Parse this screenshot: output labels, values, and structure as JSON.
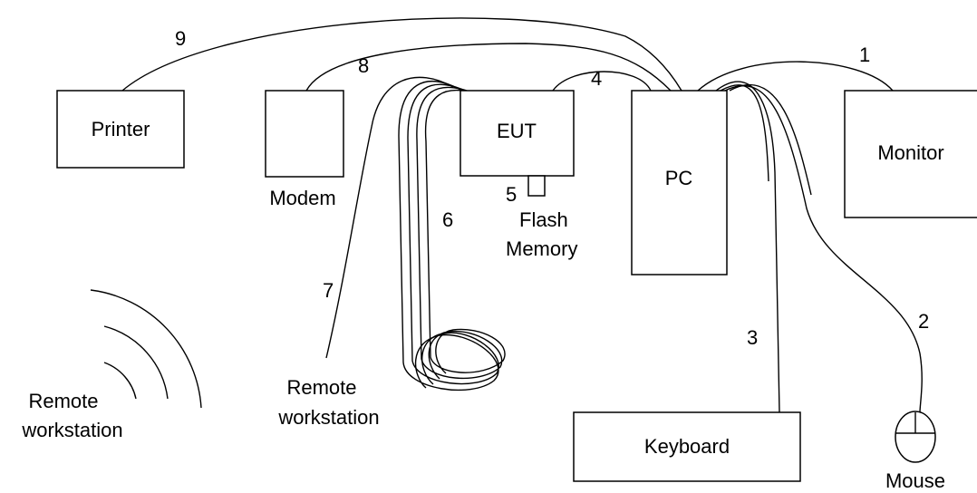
{
  "devices": {
    "printer": "Printer",
    "modem": "Modem",
    "eut": "EUT",
    "pc": "PC",
    "monitor": "Monitor",
    "keyboard": "Keyboard",
    "mouse": "Mouse",
    "flash_memory_line1": "Flash",
    "flash_memory_line2": "Memory",
    "remote_left_line1": "Remote",
    "remote_left_line2": "workstation",
    "remote_mid_line1": "Remote",
    "remote_mid_line2": "workstation"
  },
  "cable_numbers": {
    "c1": "1",
    "c2": "2",
    "c3": "3",
    "c4": "4",
    "c5": "5",
    "c6": "6",
    "c7": "7",
    "c8": "8",
    "c9": "9"
  }
}
